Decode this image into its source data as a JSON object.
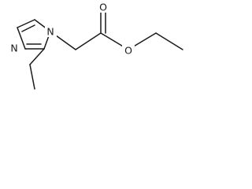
{
  "molecule": {
    "atoms": {
      "n1": "N",
      "n3": "N",
      "o_carbonyl": "O",
      "o_ester": "O"
    }
  },
  "colors": {
    "bond": "#1a1a1a",
    "background": "#ffffff"
  }
}
